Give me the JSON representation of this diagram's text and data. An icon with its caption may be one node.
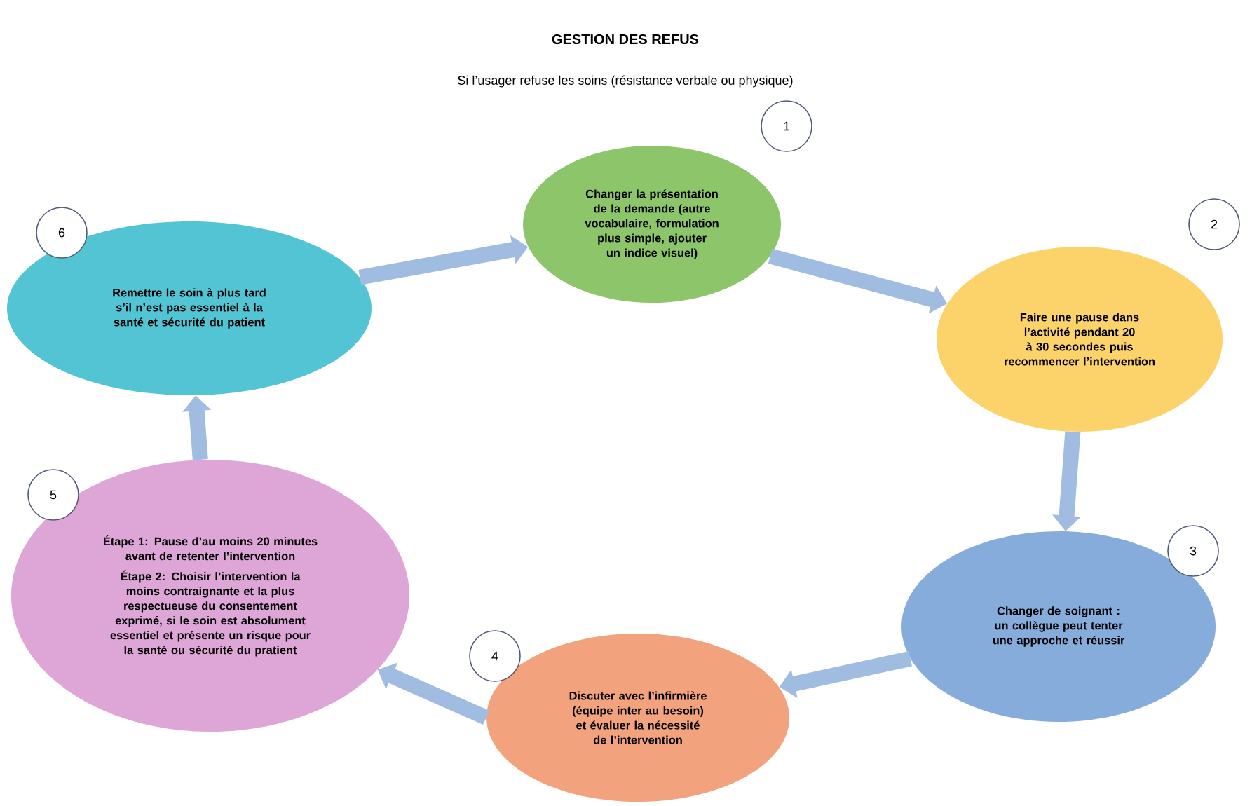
{
  "diagram": {
    "title": "GESTION DES REFUS",
    "nodes": [
      {
        "text": [
          "Changer la présentation de la demande (autre vocabulaire, formulation plus simple, ajouter un indice visuel)"
        ]
      },
      {
        "text": [
          "Faire une pause dans l’activité pendant 20 à 30 secondes puis recommencer l’intervention"
        ]
      },
      {
        "text": [
          "Changer de soignant : un collègue peut tenter une approche et réussir"
        ]
      },
      {
        "text": [
          "Discuter avec l’infirmière (équipe inter au besoin) et évaluer la nécessité de l’intervention"
        ]
      },
      {
        "text": [
          "Étape 1: Pause d’au moins 20 minutes avant de retenter l’intervention",
          "Étape 2: Choisir l’intervention la moins contraignante et la plus respectueuse du consentement exprimé, si le soin est absolument essentiel et présente un risque pour la santé ou sécurité du pratient"
        ]
      },
      {
        "text": [
          "Remettre le soin à plus tard s’il n’est pas essentiel à la santé et sécurité du patient"
        ]
      },
      {
        "text": [
          "1"
        ]
      },
      {
        "text": [
          "2"
        ]
      },
      {
        "text": [
          "3"
        ]
      },
      {
        "text": [
          "4"
        ]
      },
      {
        "text": [
          "5"
        ]
      },
      {
        "text": [
          "6"
        ]
      }
    ],
    "edges": [
      {
        "from": 5,
        "to": 0,
        "arrow": "to"
      },
      {
        "from": 0,
        "to": 1,
        "arrow": "to"
      },
      {
        "from": 1,
        "to": 2,
        "arrow": "to"
      },
      {
        "from": 2,
        "to": 3,
        "arrow": "to"
      },
      {
        "from": 3,
        "to": 4,
        "arrow": "to"
      },
      {
        "from": 4,
        "to": 5,
        "arrow": "to"
      }
    ],
    "labels": [
      "Si l’usager refuse les soins (résistance verbale ou physique)"
    ]
  }
}
